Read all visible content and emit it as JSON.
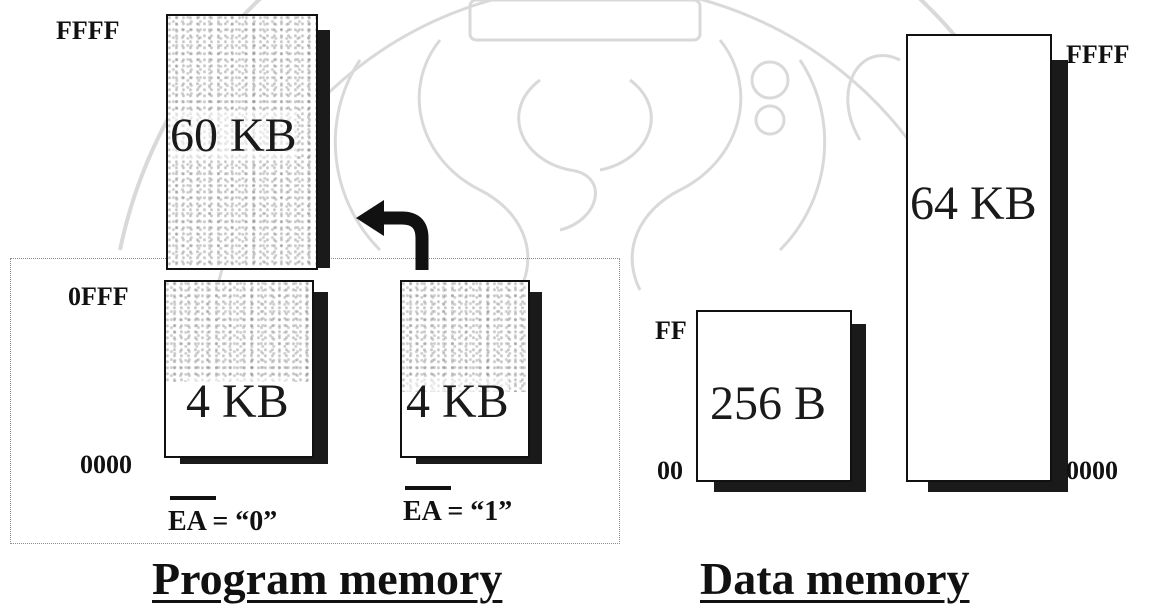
{
  "program_memory": {
    "title": "Program memory",
    "external_block": {
      "size_label": "60 KB",
      "top_address": "FFFF"
    },
    "internal_block_ea0": {
      "size_label": "4 KB",
      "top_address": "0FFF",
      "bottom_address": "0000",
      "condition": "EA = “0”"
    },
    "internal_block_ea1": {
      "size_label": "4 KB",
      "condition": "EA = “1”"
    }
  },
  "data_memory": {
    "title": "Data memory",
    "internal_block": {
      "size_label": "256 B",
      "top_address": "FF",
      "bottom_address": "00"
    },
    "external_block": {
      "size_label": "64 KB",
      "top_address": "FFFF",
      "bottom_address": "0000"
    }
  }
}
